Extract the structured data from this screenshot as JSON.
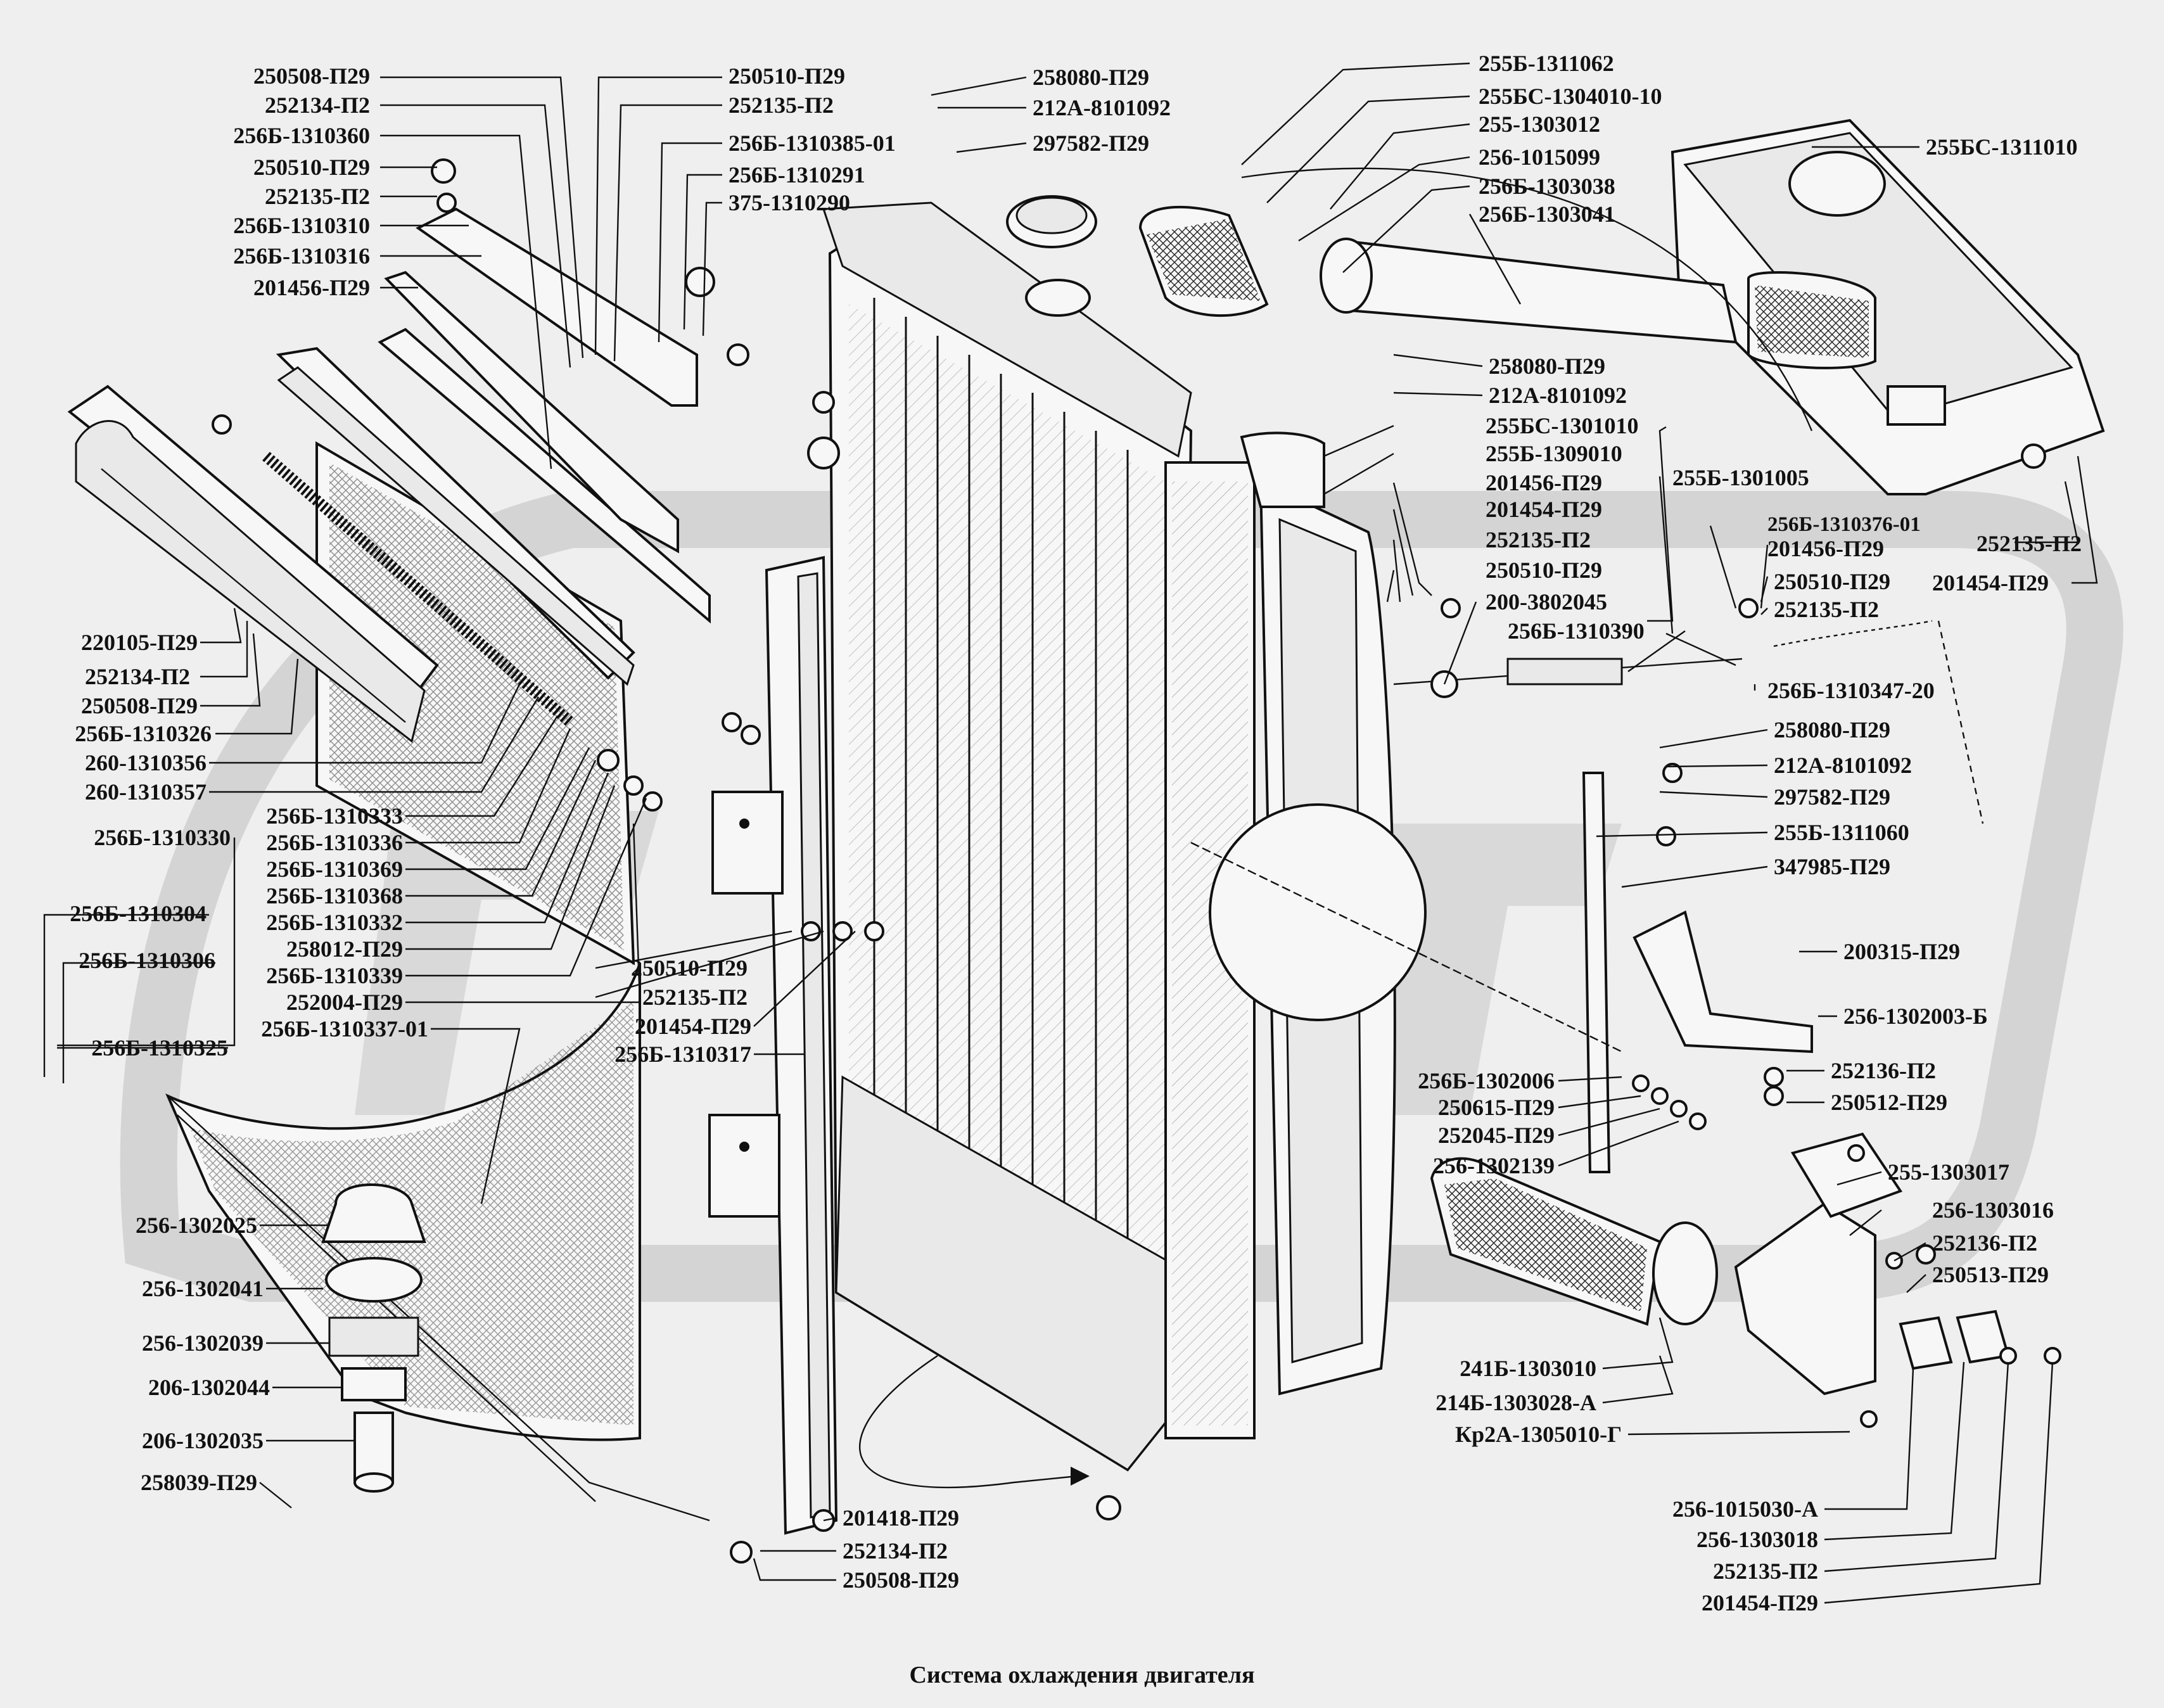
{
  "caption": "Система охлаждения двигателя",
  "watermark": "ГАЗ",
  "labels": {
    "l01": "250508-П29",
    "l02": "252134-П2",
    "l03": "256Б-1310360",
    "l04": "250510-П29",
    "l05": "252135-П2",
    "l06": "256Б-1310310",
    "l07": "256Б-1310316",
    "l08": "201456-П29",
    "l09": "250510-П29",
    "l10": "252135-П2",
    "l11": "256Б-1310385-01",
    "l12": "256Б-1310291",
    "l13": "375-1310290",
    "l14": "258080-П29",
    "l15": "212А-8101092",
    "l16": "297582-П29",
    "l17": "255Б-1311062",
    "l18": "255БС-1304010-10",
    "l19": "255-1303012",
    "l20": "256-1015099",
    "l21": "256Б-1303038",
    "l22": "256Б-1303041",
    "l23": "255БС-1311010",
    "l24": "258080-П29",
    "l25": "212А-8101092",
    "l26": "255БС-1301010",
    "l27": "255Б-1309010",
    "l28": "201456-П29",
    "l29": "201454-П29",
    "l30": "252135-П2",
    "l31": "250510-П29",
    "l32": "200-3802045",
    "l33": "255Б-1301005",
    "l34": "256Б-1310376-01",
    "l35": "201456-П29",
    "l36": "250510-П29",
    "l37": "252135-П2",
    "l38": "252135-П2",
    "l39": "201454-П29",
    "l40": "256Б-1310390",
    "l41": "256Б-1310347-20",
    "l42": "258080-П29",
    "l43": "212А-8101092",
    "l44": "297582-П29",
    "l45": "255Б-1311060",
    "l46": "347985-П29",
    "l47": "200315-П29",
    "l48": "256-1302003-Б",
    "l49": "252136-П2",
    "l50": "250512-П29",
    "l51": "256Б-1302006",
    "l52": "250615-П29",
    "l53": "252045-П29",
    "l54": "256-1302139",
    "l55": "255-1303017",
    "l56": "256-1303016",
    "l57": "252136-П2",
    "l58": "250513-П29",
    "l59": "241Б-1303010",
    "l60": "214Б-1303028-А",
    "l61": "Кр2А-1305010-Г",
    "l62": "256-1015030-А",
    "l63": "256-1303018",
    "l64": "252135-П2",
    "l65": "201454-П29",
    "l66": "220105-П29",
    "l67": "252134-П2",
    "l68": "250508-П29",
    "l69": "256Б-1310326",
    "l70": "260-1310356",
    "l71": "260-1310357",
    "l72": "256Б-1310330",
    "l73": "256Б-1310333",
    "l74": "256Б-1310336",
    "l75": "256Б-1310369",
    "l76": "256Б-1310368",
    "l77": "256Б-1310332",
    "l78": "256Б-1310304",
    "l79": "258012-П29",
    "l80": "256Б-1310339",
    "l81": "256Б-1310306",
    "l82": "252004-П29",
    "l83": "256Б-1310337-01",
    "l84": "256Б-1310325",
    "l85": "250510-П29",
    "l86": "252135-П2",
    "l87": "201454-П29",
    "l88": "256Б-1310317",
    "l89": "256-1302025",
    "l90": "256-1302041",
    "l91": "256-1302039",
    "l92": "206-1302044",
    "l93": "206-1302035",
    "l94": "258039-П29",
    "l95": "201418-П29",
    "l96": "252134-П2",
    "l97": "250508-П29"
  }
}
